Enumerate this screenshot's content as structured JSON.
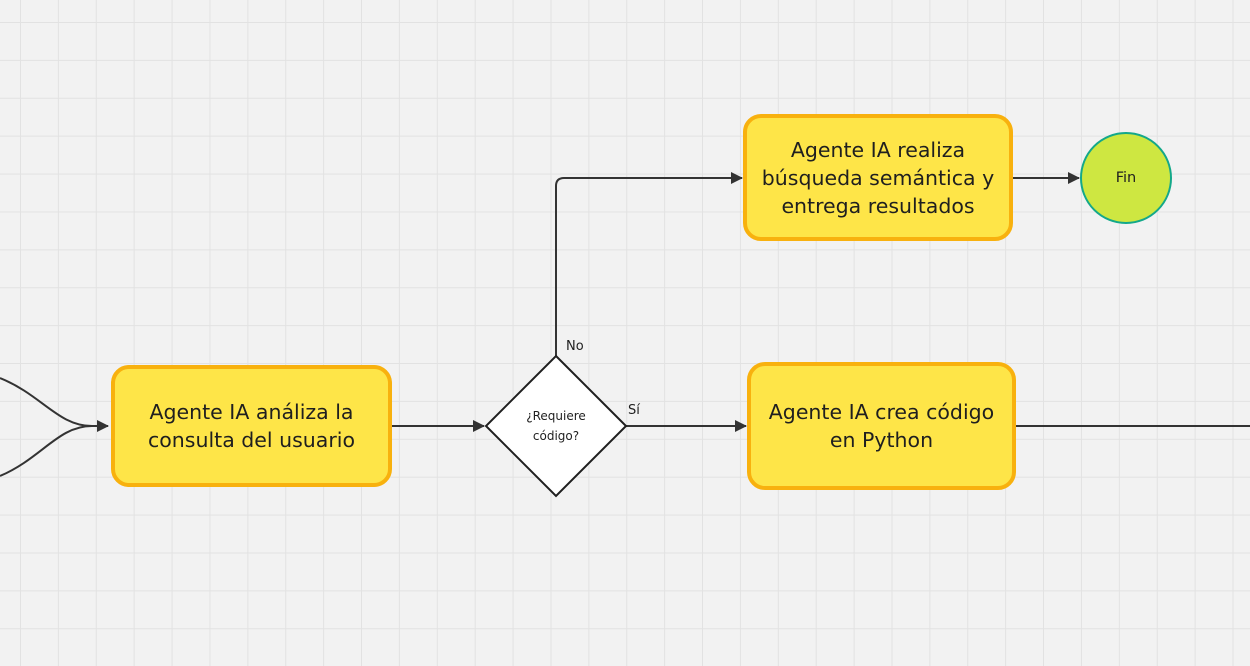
{
  "nodes": {
    "analyze": "Agente IA análiza la consulta del usuario",
    "decision": "¿Requiere código?",
    "search": "Agente IA realiza búsqueda semántica y entrega resultados",
    "end": "Fin",
    "code": "Agente IA crea código en Python"
  },
  "edges": {
    "no_label": "No",
    "yes_label": "Sí"
  },
  "colors": {
    "process_fill": "#fee548",
    "process_border": "#f8b10e",
    "terminal_fill": "#cee741",
    "terminal_border": "#14a88a",
    "connector": "#333333"
  }
}
